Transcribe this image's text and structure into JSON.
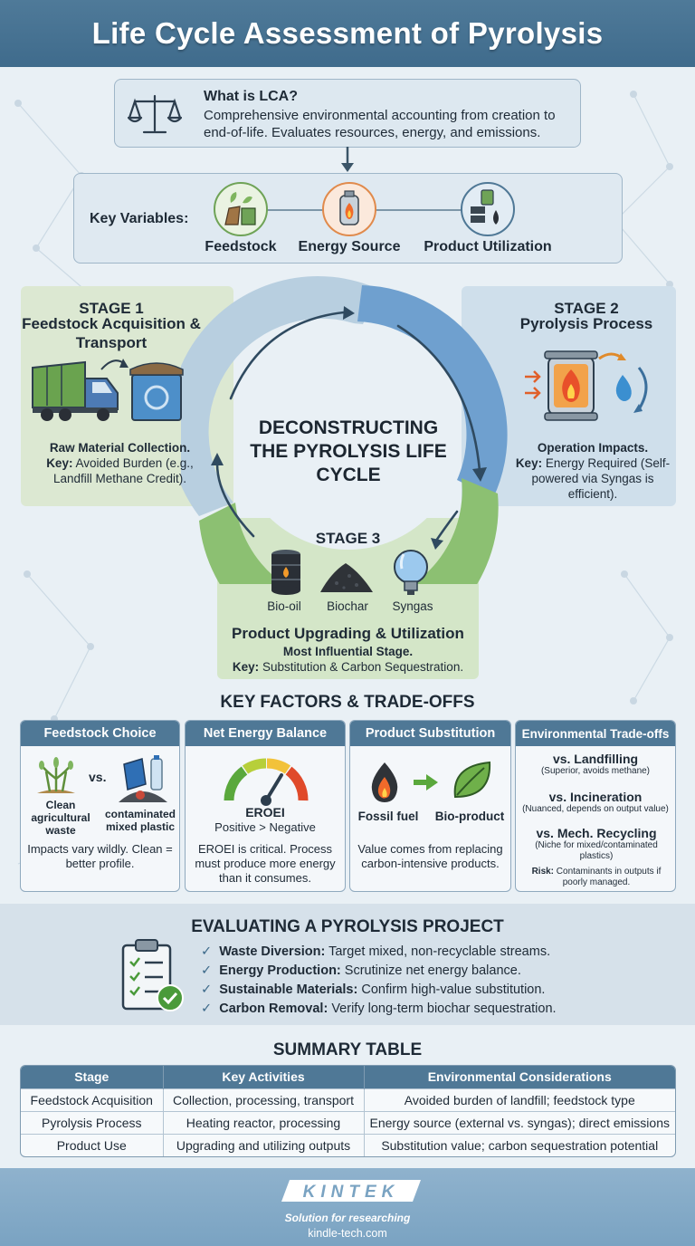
{
  "header": {
    "title": "Life Cycle Assessment of Pyrolysis"
  },
  "lca": {
    "title": "What is LCA?",
    "description": "Comprehensive environmental accounting from creation to end-of-life. Evaluates resources, energy, and emissions."
  },
  "key_variables": {
    "label": "Key Variables:",
    "items": [
      "Feedstock",
      "Energy Source",
      "Product Utilization"
    ]
  },
  "cycle": {
    "center_title": "DECONSTRUCTING THE PYROLYSIS LIFE CYCLE",
    "stage1": {
      "label": "STAGE 1",
      "title": "Feedstock Acquisition & Transport",
      "lead": "Raw Material Collection.",
      "key_label": "Key:",
      "key_text": "Avoided Burden (e.g., Landfill Methane Credit)."
    },
    "stage2": {
      "label": "STAGE 2",
      "title": "Pyrolysis Process",
      "lead": "Operation Impacts.",
      "key_label": "Key:",
      "key_text": "Energy Required (Self-powered via Syngas is efficient)."
    },
    "stage3": {
      "label": "STAGE 3",
      "products": [
        "Bio-oil",
        "Biochar",
        "Syngas"
      ],
      "title": "Product Upgrading & Utilization",
      "lead": "Most Influential Stage.",
      "key_label": "Key:",
      "key_text": "Substitution & Carbon Sequestration."
    }
  },
  "key_factors": {
    "title": "KEY FACTORS & TRADE-OFFS",
    "feedstock": {
      "heading": "Feedstock Choice",
      "left_label": "Clean agricultural waste",
      "vs": "vs.",
      "right_label": "contaminated mixed plastic",
      "text": "Impacts vary wildly. Clean = better profile."
    },
    "energy": {
      "heading": "Net Energy Balance",
      "gauge_label": "EROEI",
      "gauge_sub": "Positive > Negative",
      "text": "EROEI is critical. Process must produce more energy than it consumes."
    },
    "substitution": {
      "heading": "Product Substitution",
      "left_label": "Fossil fuel",
      "right_label": "Bio-product",
      "text": "Value comes from replacing carbon-intensive products."
    },
    "tradeoffs": {
      "heading": "Environmental Trade-offs",
      "items": [
        {
          "title": "vs. Landfilling",
          "note": "(Superior, avoids methane)"
        },
        {
          "title": "vs. Incineration",
          "note": "(Nuanced, depends on output value)"
        },
        {
          "title": "vs. Mech. Recycling",
          "note": "(Niche for mixed/contaminated plastics)"
        }
      ],
      "risk_label": "Risk:",
      "risk_text": "Contaminants in outputs if poorly managed."
    }
  },
  "evaluate": {
    "title": "EVALUATING A PYROLYSIS PROJECT",
    "items": [
      {
        "label": "Waste Diversion:",
        "text": "Target mixed, non-recyclable streams."
      },
      {
        "label": "Energy Production:",
        "text": "Scrutinize net energy balance."
      },
      {
        "label": "Sustainable Materials:",
        "text": "Confirm high-value substitution."
      },
      {
        "label": "Carbon Removal:",
        "text": "Verify long-term biochar sequestration."
      }
    ]
  },
  "summary": {
    "title": "SUMMARY TABLE",
    "headers": [
      "Stage",
      "Key Activities",
      "Environmental Considerations"
    ],
    "rows": [
      [
        "Feedstock Acquisition",
        "Collection, processing, transport",
        "Avoided burden of landfill; feedstock type"
      ],
      [
        "Pyrolysis Process",
        "Heating reactor, processing",
        "Energy source (external vs. syngas); direct emissions"
      ],
      [
        "Product Use",
        "Upgrading and utilizing outputs",
        "Substitution value; carbon sequestration potential"
      ]
    ]
  },
  "footer": {
    "brand": "KINTEK",
    "tagline": "Solution for researching",
    "site": "kindle-tech.com"
  },
  "colors": {
    "header_bg": "#45708f",
    "accent_blue": "#4f7896",
    "stage_green": "#d4e6c8",
    "stage_blue": "#cfdfeb",
    "arrow_green": "#84b96b",
    "arrow_blue": "#6b9ac8"
  }
}
